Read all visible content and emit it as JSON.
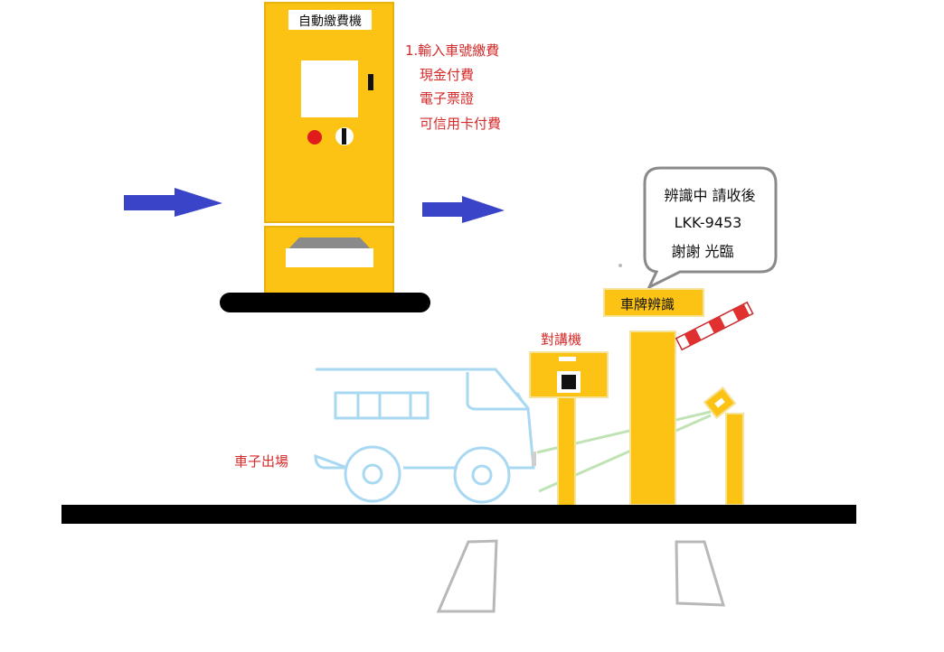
{
  "kiosk": {
    "title": "自動繳費機",
    "steps": [
      "1.輸入車號繳費",
      "現金付費",
      "電子票證",
      "可信用卡付費"
    ]
  },
  "lpr": {
    "label": "車牌辨識",
    "bubble_lines": [
      "辨識中 請收後",
      "LKK-9453",
      "謝謝 光臨"
    ]
  },
  "intercom": {
    "label": "對講機"
  },
  "car": {
    "label": "車子出場"
  },
  "colors": {
    "machine_yellow": "#fcc314",
    "arrow_blue": "#3a44c8",
    "label_red": "#d42a2a",
    "car_outline": "#a9d8f2",
    "sensor_beam": "#bfe3b4",
    "barrier_red": "#e03030",
    "ground": "#000000"
  }
}
